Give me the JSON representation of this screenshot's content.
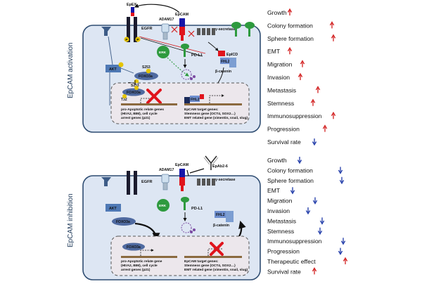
{
  "top": {
    "panel_label": "EpCAM activation",
    "egfr": "EGFR",
    "epex": "EpEX",
    "adam17": "ADAM17",
    "epcam": "EpCAM",
    "gamma_secretase": "γ-secretase",
    "erk": "ERK",
    "pdl1": "PD-L1",
    "akt": "AKT",
    "s253_a": "S253",
    "foxo3a_a": "FOXO3a",
    "t32_a": "T32",
    "s253_b": "S253",
    "foxo3a_b": "FOXO3a",
    "t32_b": "T32",
    "epicd": "EpICD",
    "fhl2": "FHL2",
    "beta_catenin": "β-catenin",
    "fhl2_nuc": "FHL2",
    "nuc_left_title": "pro-Apoptotic relate genes",
    "nuc_left_l2": "(HtrA2, BIM), cell cycle",
    "nuc_left_l3": "arrest genes (p21)",
    "nuc_right_title": "EpCAM target genes:",
    "nuc_right_l2": "Stemness gene (OCT4, SOX2…)",
    "nuc_right_l3": "EMT related gene (vimentin, snail, slug)",
    "p": "P",
    "outcomes": [
      {
        "label": "Growth",
        "dir": "up"
      },
      {
        "label": "Colony formation",
        "dir": "up"
      },
      {
        "label": "Sphere formation",
        "dir": "up"
      },
      {
        "label": "EMT",
        "dir": "up"
      },
      {
        "label": "Migration",
        "dir": "up"
      },
      {
        "label": "Invasion",
        "dir": "up"
      },
      {
        "label": "Metastasis",
        "dir": "up"
      },
      {
        "label": "Stemness",
        "dir": "up"
      },
      {
        "label": "Immunosuppression",
        "dir": "up"
      },
      {
        "label": "Progression",
        "dir": "up"
      },
      {
        "label": "Survival rate",
        "dir": "down"
      }
    ]
  },
  "bottom": {
    "panel_label": "EpCAM inhibition",
    "egfr": "EGFR",
    "adam17": "ADAM17",
    "epcam": "EpCAM",
    "antibody": "EpAb2-6",
    "gamma_secretase": "γ-secretase",
    "erk": "ERK",
    "pdl1": "PD-L1",
    "akt": "AKT",
    "foxo3a_a": "FOXO3a",
    "foxo3a_b": "FOXO3a",
    "fhl2": "FHL2",
    "beta_catenin": "β-catenin",
    "nuc_left_title": "pro-Apoptotic relate gene",
    "nuc_left_l2": "(HtrA2, BIM), cell cycle",
    "nuc_left_l3": "arrest genes (p21)",
    "nuc_right_title": "EpCAM target genes:",
    "nuc_right_l2": "Stemness gene (OCT4, SOX2…)",
    "nuc_right_l3": "EMT related gene (vimentin, snail, slug)",
    "outcomes": [
      {
        "label": "Growth",
        "dir": "down"
      },
      {
        "label": "Colony formation",
        "dir": "down"
      },
      {
        "label": "Sphere formation",
        "dir": "down"
      },
      {
        "label": "EMT",
        "dir": "down"
      },
      {
        "label": "Migration",
        "dir": "down"
      },
      {
        "label": "Invasion",
        "dir": "down"
      },
      {
        "label": "Metastasis",
        "dir": "down"
      },
      {
        "label": "Stemness",
        "dir": "down"
      },
      {
        "label": "Immunosuppression",
        "dir": "down"
      },
      {
        "label": "Progression",
        "dir": "down"
      },
      {
        "label": "Therapeutic effect",
        "dir": "up"
      },
      {
        "label": "Survival rate",
        "dir": "up"
      }
    ]
  },
  "colors": {
    "cell_fill": "#dde6f3",
    "cell_stroke": "#2f4d72",
    "nucleus_fill": "#ece7ec",
    "up_arrow": "#d21f1f",
    "down_arrow": "#1f3aa8",
    "egfr": "#1b1b2e",
    "epcam_blue": "#1515a8",
    "epcam_red": "#e0141c",
    "erk": "#2e9a3e",
    "akt": "#4f79b5",
    "foxo": "#4f6aa0",
    "fhl2": "#6f8fcf"
  }
}
